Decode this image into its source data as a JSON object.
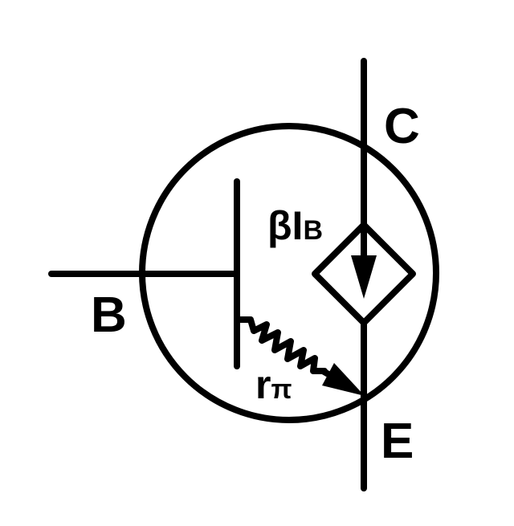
{
  "terminals": {
    "collector": "C",
    "base": "B",
    "emitter": "E"
  },
  "source": {
    "beta": "β",
    "current_main": "I",
    "current_sub": "B"
  },
  "resistor": {
    "r": "r",
    "pi": "π"
  },
  "colors": {
    "stroke": "#000000",
    "background": "#ffffff"
  }
}
